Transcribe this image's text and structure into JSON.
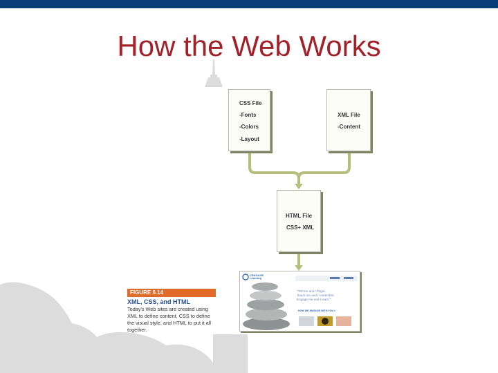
{
  "title": "How the Web Works",
  "colors": {
    "top_bar": "#0a3d78",
    "title": "#a3222a",
    "connector": "#b5be7a",
    "figure_bar": "#e06a2a",
    "figure_title": "#2b4e8c",
    "skyline": "#dcdcdc"
  },
  "css_box": {
    "title": "CSS File",
    "items": [
      "-Fonts",
      "-Colors",
      "-Layout"
    ]
  },
  "xml_box": {
    "title": "XML File",
    "items": [
      "-Content"
    ]
  },
  "html_box": {
    "title": "HTML File",
    "subtitle": "CSS+ XML"
  },
  "figure": {
    "label": "FIGURE 6.14",
    "title": "XML, CSS, and HTML",
    "caption_lines": [
      "Today's Web sites are created using",
      "XML to define content, CSS to define",
      "the visual style, and HTML to put it all",
      "together."
    ]
  },
  "website": {
    "logo": "CENGAGE Learning",
    "quote": [
      "\"Tell me and I forget.",
      "Teach me and I remember.",
      "Engage me and I learn.\""
    ],
    "link": "HOW WE ENGAGE WITH YOU >"
  }
}
